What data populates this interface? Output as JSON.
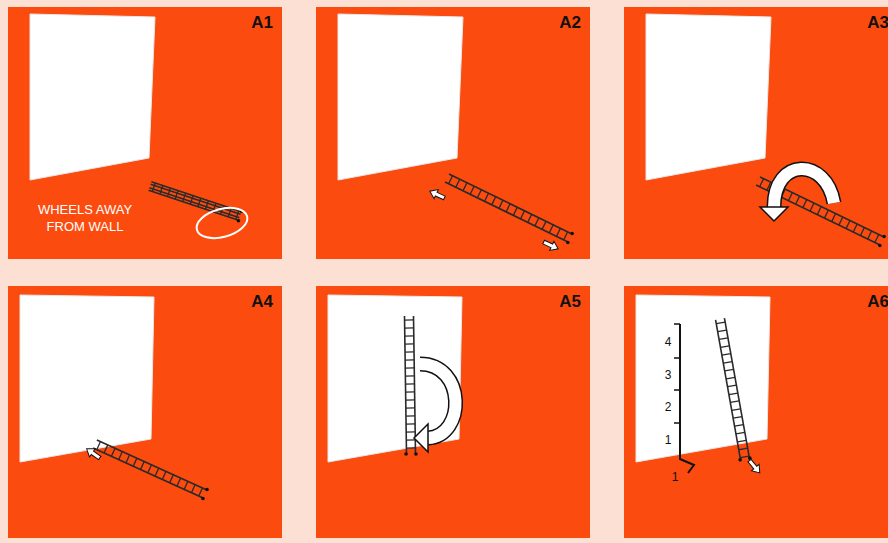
{
  "diagram": {
    "nodes": [
      {
        "text": [
          "A1",
          "WHEELS AWAY FROM WALL"
        ]
      },
      {
        "text": [
          "A2"
        ]
      },
      {
        "text": [
          "A3"
        ]
      },
      {
        "text": [
          "A4"
        ]
      },
      {
        "text": [
          "A5"
        ]
      },
      {
        "text": [
          "A6"
        ]
      }
    ],
    "labels": [
      "4",
      "3",
      "2",
      "1",
      "1"
    ]
  }
}
